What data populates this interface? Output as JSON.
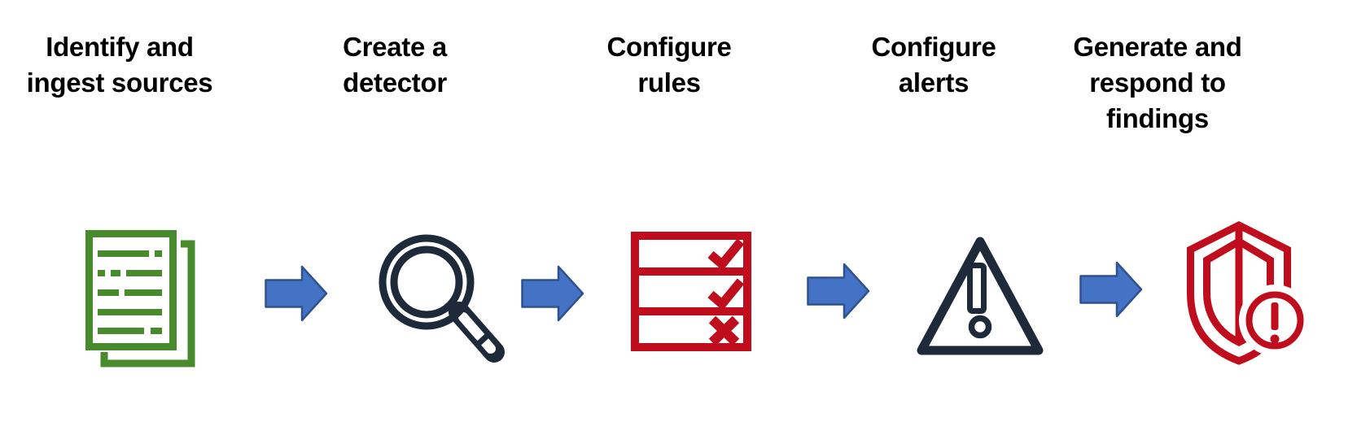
{
  "diagram": {
    "type": "process-flow",
    "steps": [
      {
        "label": "Identify and\ningest sources",
        "icon": "documents-icon",
        "color": "#478b2c"
      },
      {
        "label": "Create a\ndetector",
        "icon": "magnifying-glass-icon",
        "color": "#1e2a3a"
      },
      {
        "label": "Configure\nrules",
        "icon": "checklist-icon",
        "color": "#c00d1e"
      },
      {
        "label": "Configure\nalerts",
        "icon": "warning-triangle-icon",
        "color": "#1e2a3a"
      },
      {
        "label": "Generate and\nrespond to\nfindings",
        "icon": "shield-alert-icon",
        "color": "#c00d1e"
      }
    ],
    "connector": {
      "icon": "arrow-right-icon",
      "count": 4
    }
  },
  "colors": {
    "green": "#478b2c",
    "red": "#c00d1e",
    "navy": "#1e2a3a",
    "arrow-fill": "#4472c4",
    "arrow-stroke": "#2f528f",
    "bg": "#ffffff"
  }
}
